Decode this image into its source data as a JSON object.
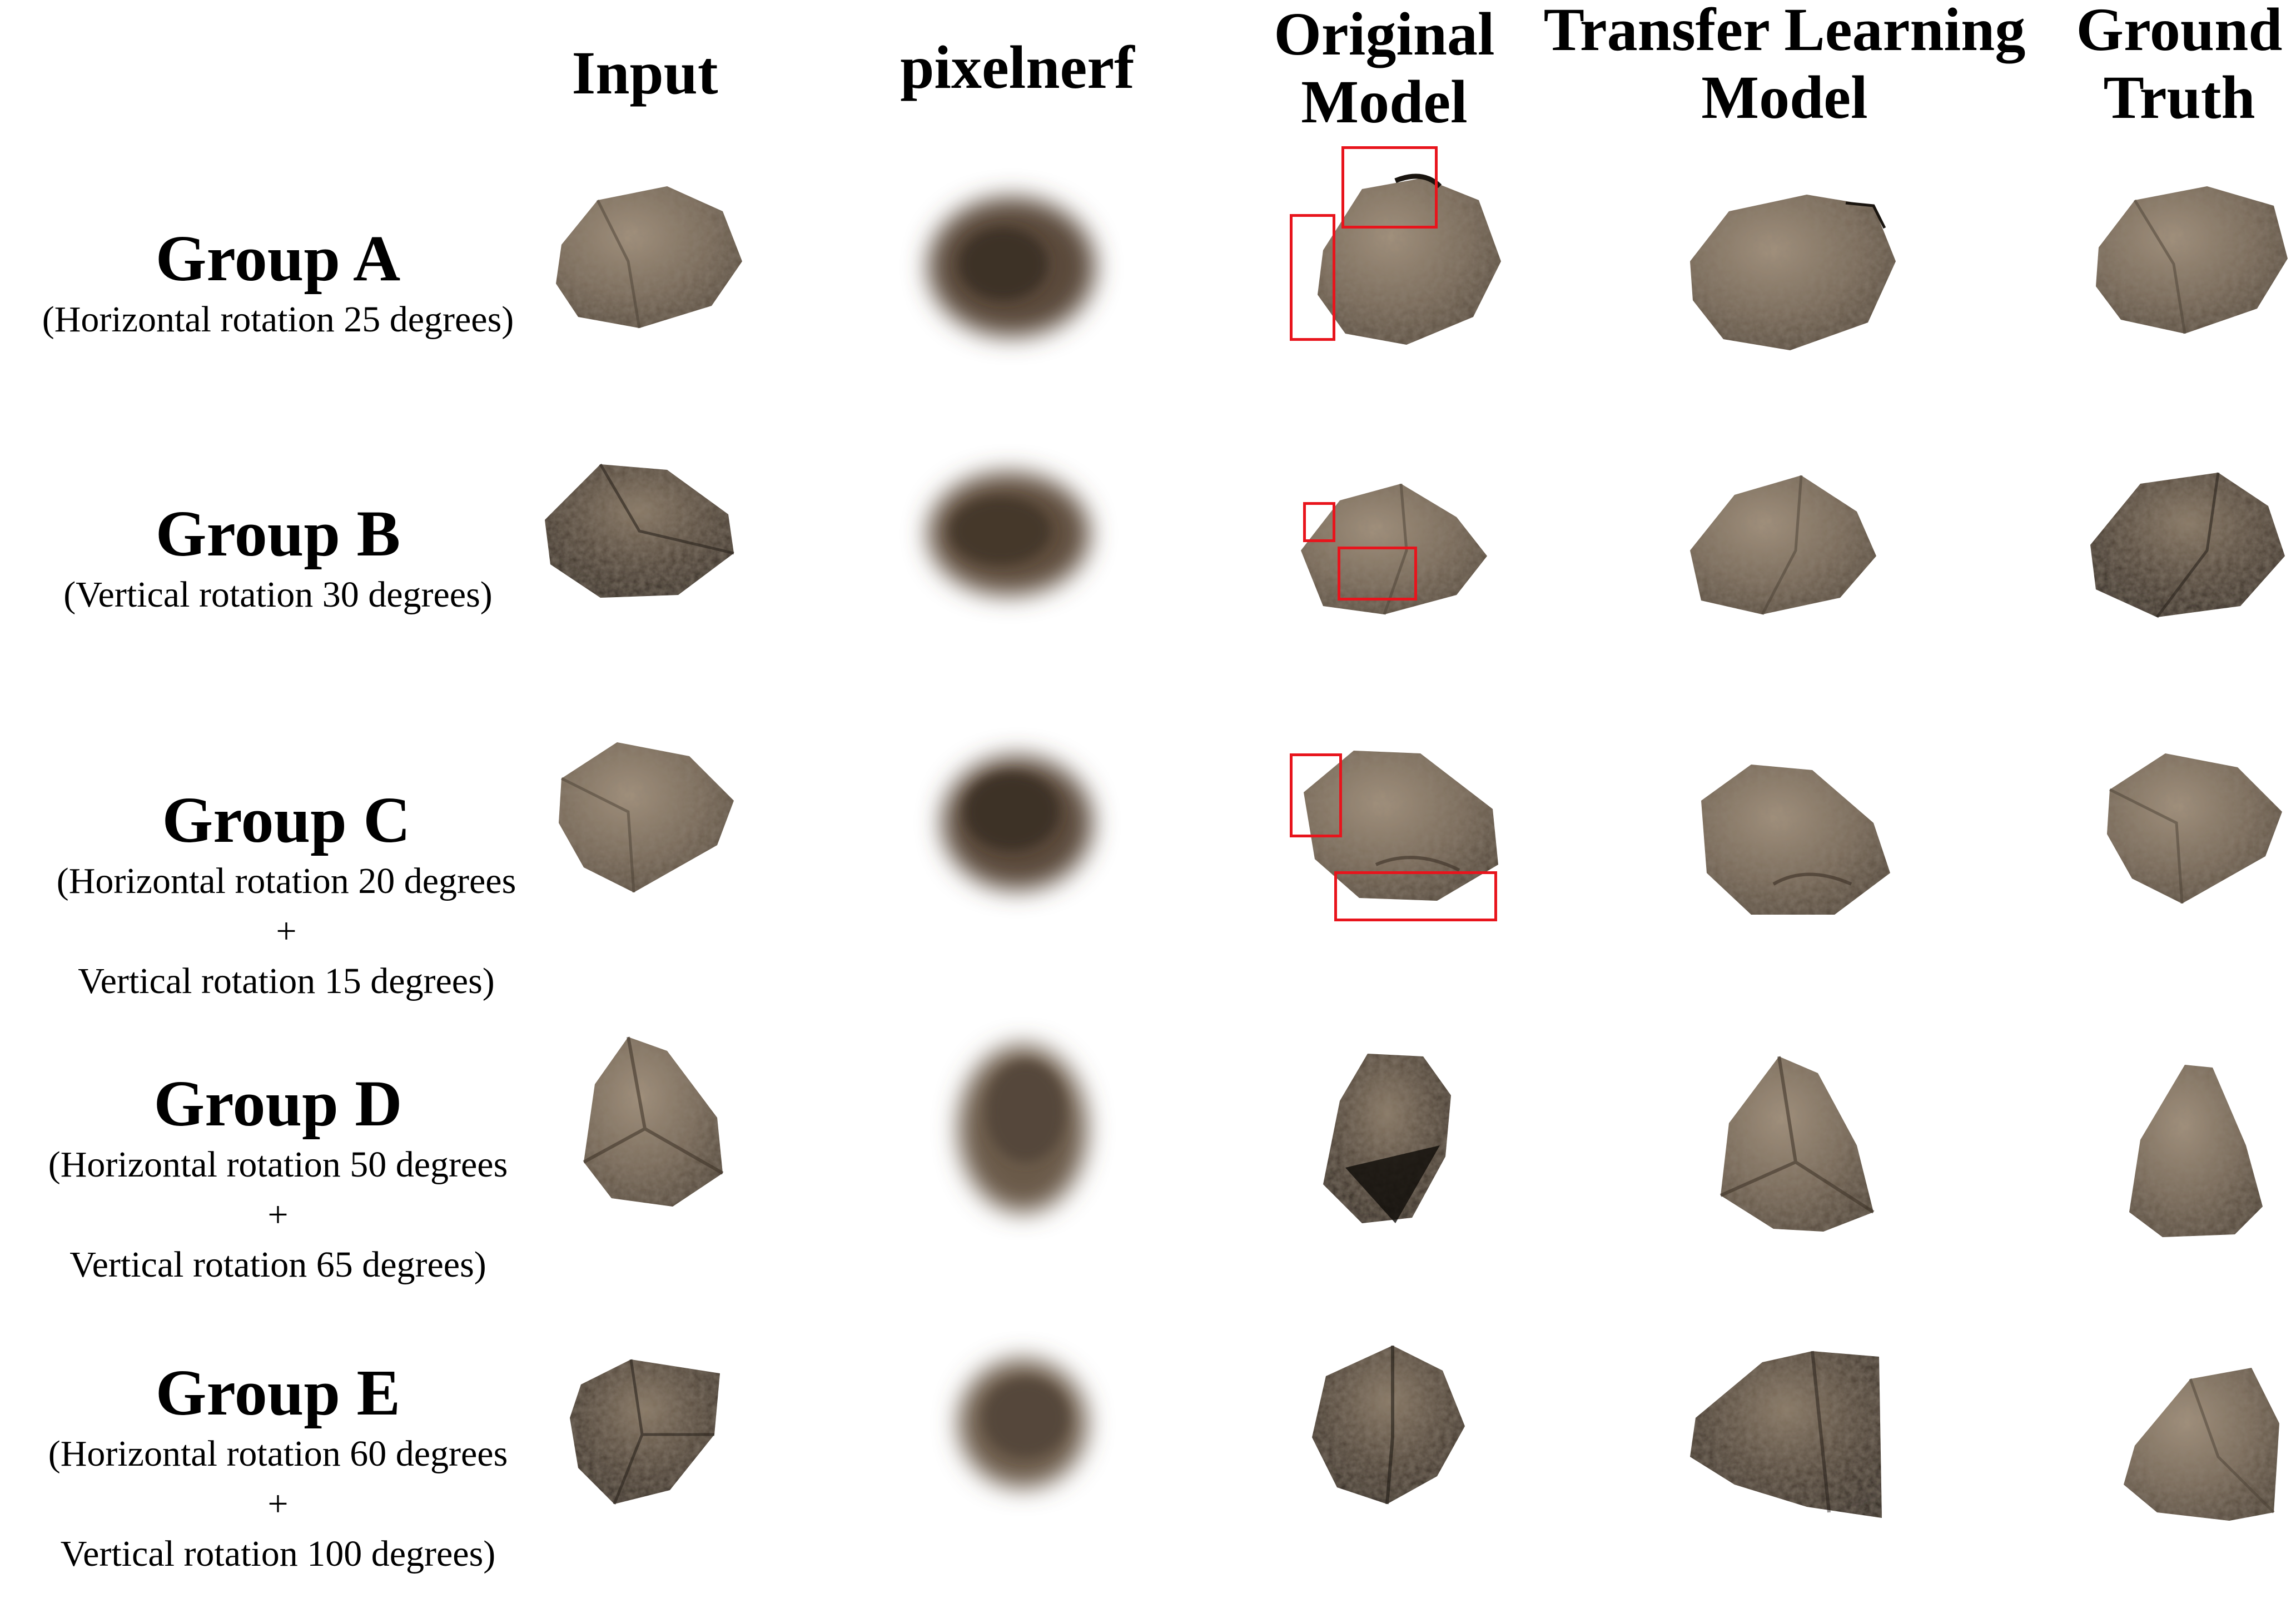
{
  "column_headers": {
    "input": "Input",
    "pixelnerf": "pixelnerf",
    "original_line1": "Original",
    "original_line2": "Model",
    "transfer_line1": "Transfer Learning",
    "transfer_line2": "Model",
    "ground_line1": "Ground",
    "ground_line2": "Truth"
  },
  "groups": [
    {
      "title": "Group A",
      "desc_line1": "(Horizontal rotation 25 degrees)"
    },
    {
      "title": "Group B",
      "desc_line1": "(Vertical rotation 30 degrees)"
    },
    {
      "title": "Group C",
      "desc_line1": "(Horizontal rotation 20 degrees",
      "desc_line2": "+",
      "desc_line3": "Vertical rotation 15 degrees)"
    },
    {
      "title": "Group D",
      "desc_line1": "(Horizontal rotation 50 degrees",
      "desc_line2": "+",
      "desc_line3": "Vertical rotation 65 degrees)"
    },
    {
      "title": "Group E",
      "desc_line1": "(Horizontal rotation 60 degrees",
      "desc_line2": "+",
      "desc_line3": "Vertical rotation 100 degrees)"
    }
  ],
  "colors": {
    "highlight_box": "#e8141c",
    "rock_base": "#7a6b5a",
    "rock_dark": "#4a3f33",
    "rock_light": "#a4937e",
    "blur_core": "#5a4a3a"
  }
}
